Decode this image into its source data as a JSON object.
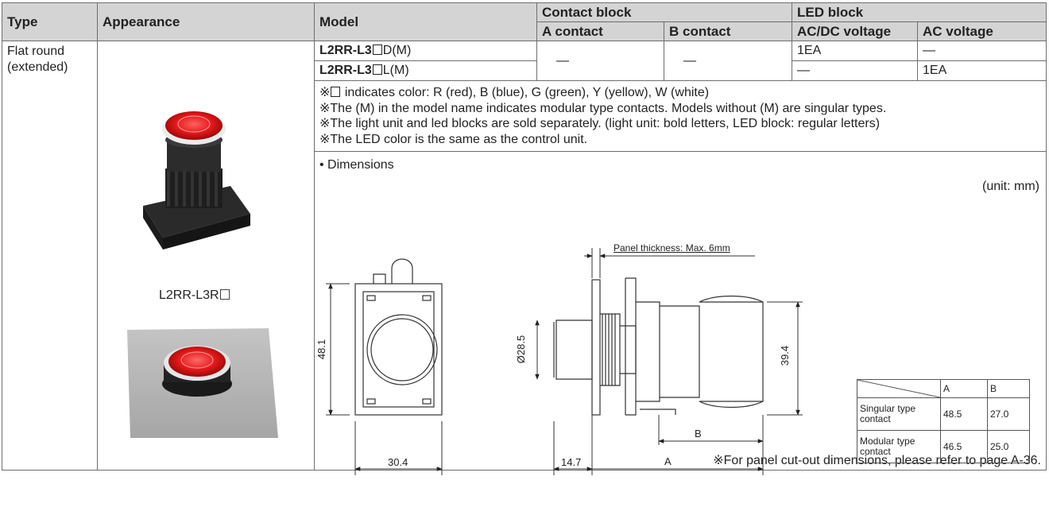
{
  "headers": {
    "type": "Type",
    "appearance": "Appearance",
    "model": "Model",
    "contact_block": "Contact block",
    "led_block": "LED block",
    "a_contact": "A contact",
    "b_contact": "B contact",
    "acdc_voltage": "AC/DC voltage",
    "ac_voltage": "AC voltage"
  },
  "type_line1": "Flat round",
  "type_line2": "(extended)",
  "rows": [
    {
      "model_bold": "L2RR-L3",
      "model_rest": "D(M)",
      "acdc": "1EA",
      "ac": "—"
    },
    {
      "model_bold": "L2RR-L3",
      "model_rest": "L(M)",
      "acdc": "—",
      "ac": "1EA"
    }
  ],
  "contact_a": "—",
  "contact_b": "—",
  "notes": [
    "※ indicates color: R (red), B (blue), G (green), Y (yellow), W (white)",
    "※The (M) in the model name indicates modular type contacts. Models without (M) are singular types.",
    "※The light unit and led blocks are sold separately. (light unit: bold letters, LED block: regular letters)",
    "※The LED color is the same as the control unit."
  ],
  "appearance_label": "L2RR-L3R",
  "dimensions_title": "• Dimensions",
  "unit": "(unit: mm)",
  "drawing": {
    "panel_thickness": "Panel thickness: Max. 6mm",
    "height": "48.1",
    "width": "30.4",
    "diameter": "Ø28.5",
    "side_height": "39.4",
    "front_depth": "14.7",
    "dim_a": "A",
    "dim_b": "B"
  },
  "mini_table": {
    "col_a": "A",
    "col_b": "B",
    "rows": [
      {
        "label": "Singular type contact",
        "a": "48.5",
        "b": "27.0"
      },
      {
        "label": "Modular type contact",
        "a": "46.5",
        "b": "25.0"
      }
    ]
  },
  "footnote": "※For panel cut-out dimensions, please refer to page A-36."
}
